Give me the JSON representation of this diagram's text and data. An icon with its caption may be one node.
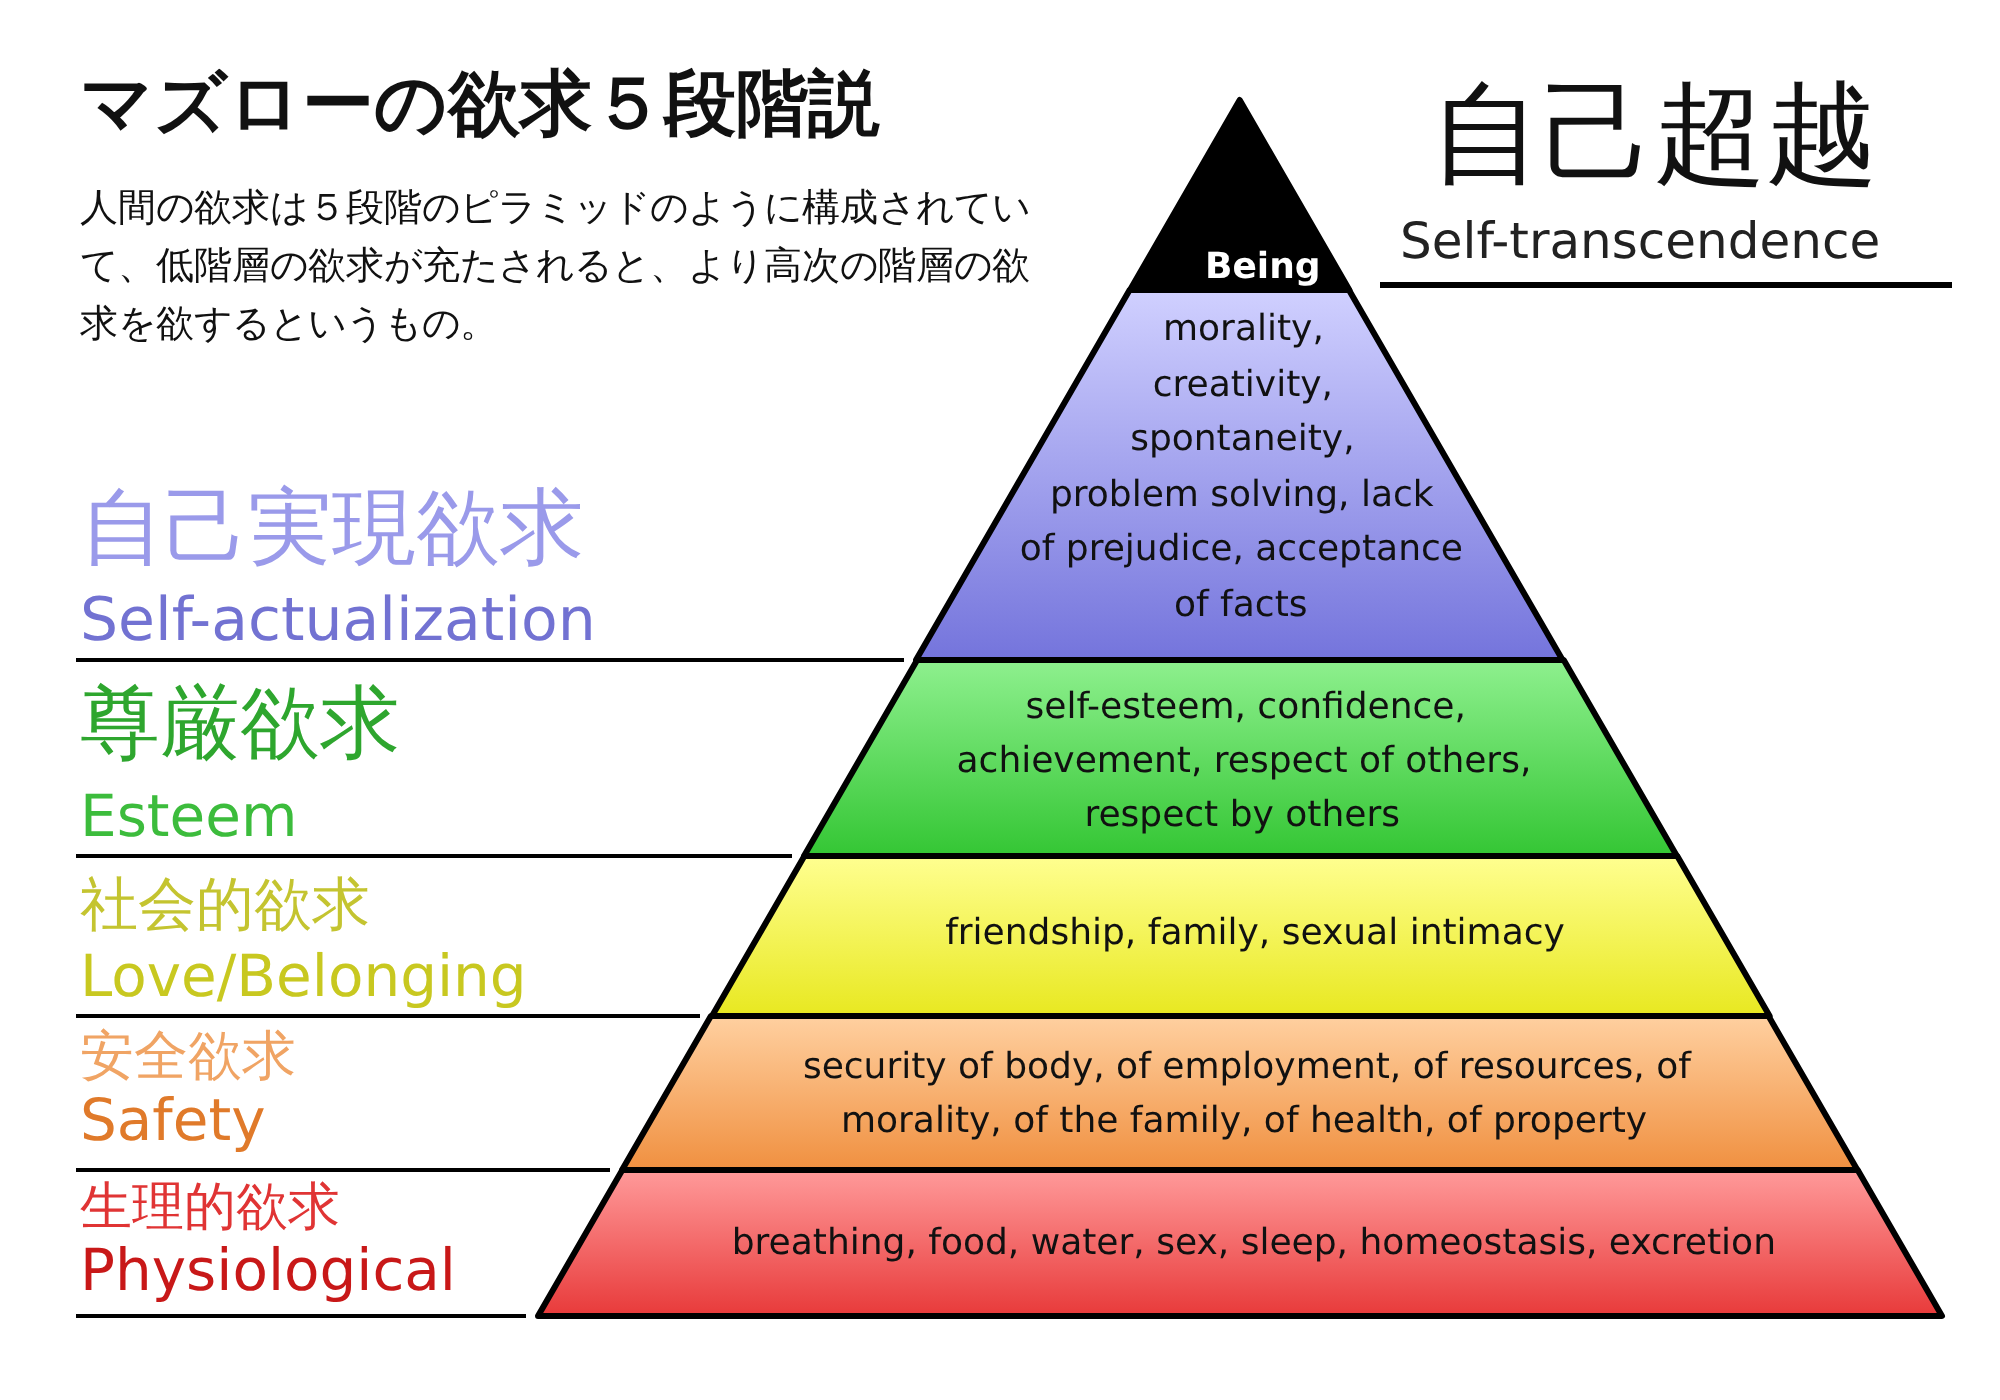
{
  "diagram": {
    "title": "マズローの欲求５段階説",
    "nodes": [
      {
        "text": [
          "Being"
        ],
        "beside": [
          "自己超越",
          "Self-transcendence"
        ]
      },
      {
        "text": [
          "morality, creativity, spontaneity, problem solving, lack of prejudice, acceptance of facts"
        ],
        "beside": [
          "自己実現欲求",
          "Self-actualization"
        ]
      },
      {
        "text": [
          "self-esteem, confidence, achievement, respect of others, respect by others"
        ],
        "beside": [
          "尊厳欲求",
          "Esteem"
        ]
      },
      {
        "text": [
          "friendship, family, sexual intimacy"
        ],
        "beside": [
          "社会的欲求",
          "Love/Belonging"
        ]
      },
      {
        "text": [
          "security of body, of employment, of resources, of morality, of the family, of health, of property"
        ],
        "beside": [
          "安全欲求",
          "Safety"
        ]
      },
      {
        "text": [
          "breathing, food, water, sex, sleep, homeostasis, excretion"
        ],
        "beside": [
          "生理的欲求",
          "Physiological"
        ]
      }
    ],
    "labels": [
      "人間の欲求は５段階のピラミッドのように構成されていて、低階層の欲求が充たされると、より高次の階層の欲求を欲するというもの。"
    ]
  }
}
